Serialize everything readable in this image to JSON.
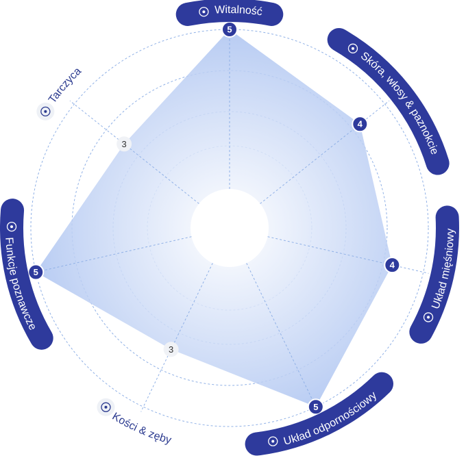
{
  "chart_data": {
    "type": "radar",
    "max": 5,
    "rings": 5,
    "categories": [
      {
        "label": "Witalność",
        "value": 5,
        "active": true,
        "icon": "lightning-icon"
      },
      {
        "label": "Skóra, włosy & paznokcie",
        "value": 4,
        "active": true,
        "icon": "face-icon"
      },
      {
        "label": "Układ mięśniowy",
        "value": 4,
        "active": true,
        "icon": "muscle-icon"
      },
      {
        "label": "Układ odpornościowy",
        "value": 5,
        "active": true,
        "icon": "shield-icon"
      },
      {
        "label": "Kości & zęby",
        "value": 3,
        "active": false,
        "icon": "bone-icon"
      },
      {
        "label": "Funkcje poznawcze",
        "value": 5,
        "active": true,
        "icon": "brain-icon"
      },
      {
        "label": "Tarczyca",
        "value": 3,
        "active": false,
        "icon": "thyroid-icon"
      }
    ]
  },
  "colors": {
    "accent": "#2e3a9c",
    "fill_inner": "#ffffff",
    "fill_outer": "#a9c1f0",
    "grid": "#8fb0e6",
    "inactive_label": "#2b3a8f",
    "inactive_badge": "#f0f2f6"
  }
}
